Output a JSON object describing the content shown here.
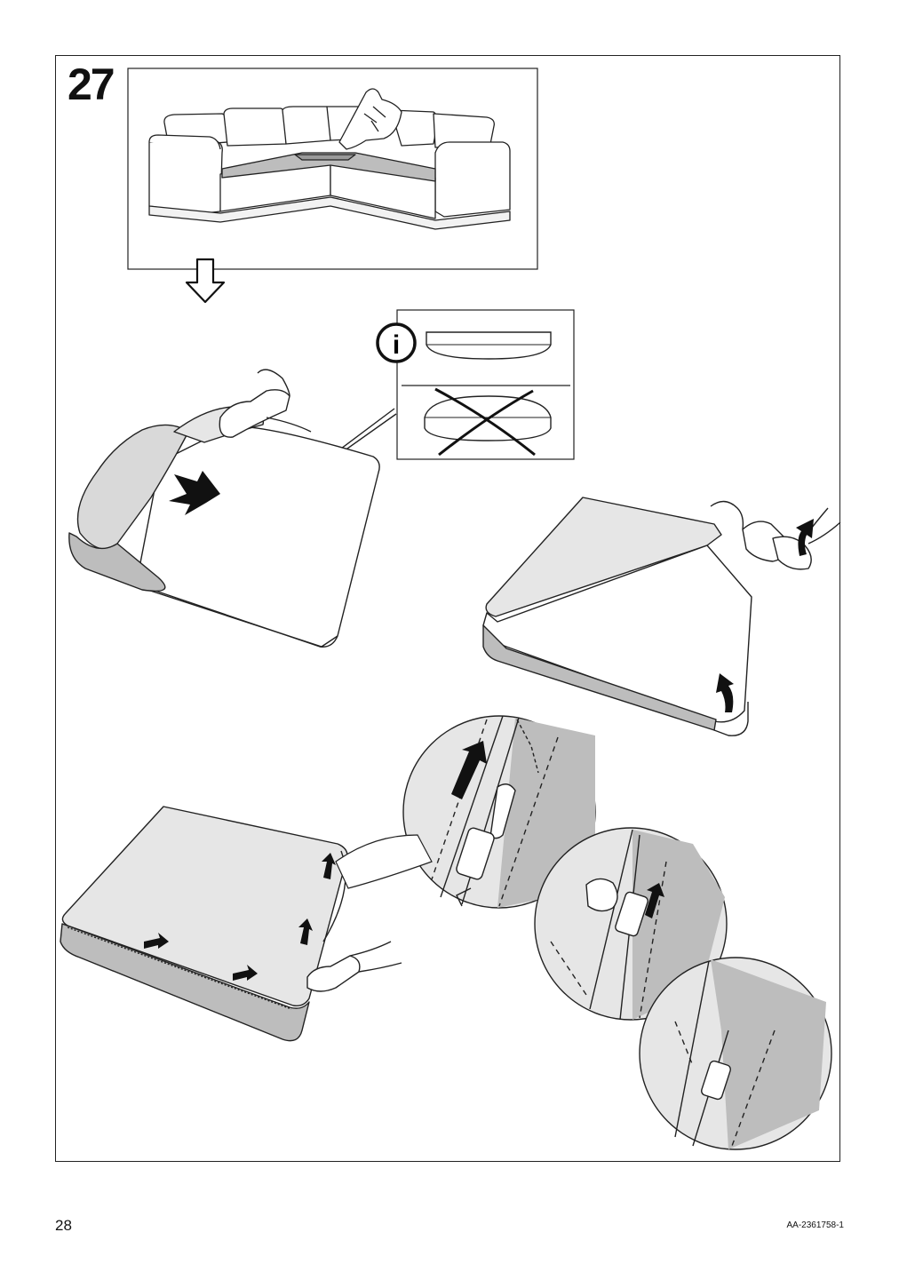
{
  "step": {
    "number": "27"
  },
  "info_panel": {
    "info_symbol": "i",
    "icons": {
      "info": "info-circle-icon",
      "wrong": "cross-icon"
    }
  },
  "footer": {
    "page_number": "28",
    "document_code": "AA-2361758-1"
  },
  "colors": {
    "line": "#1a1a1a",
    "fabric_light": "#e6e6e6",
    "fabric_dark": "#bdbdbd",
    "arrow": "#111111"
  }
}
